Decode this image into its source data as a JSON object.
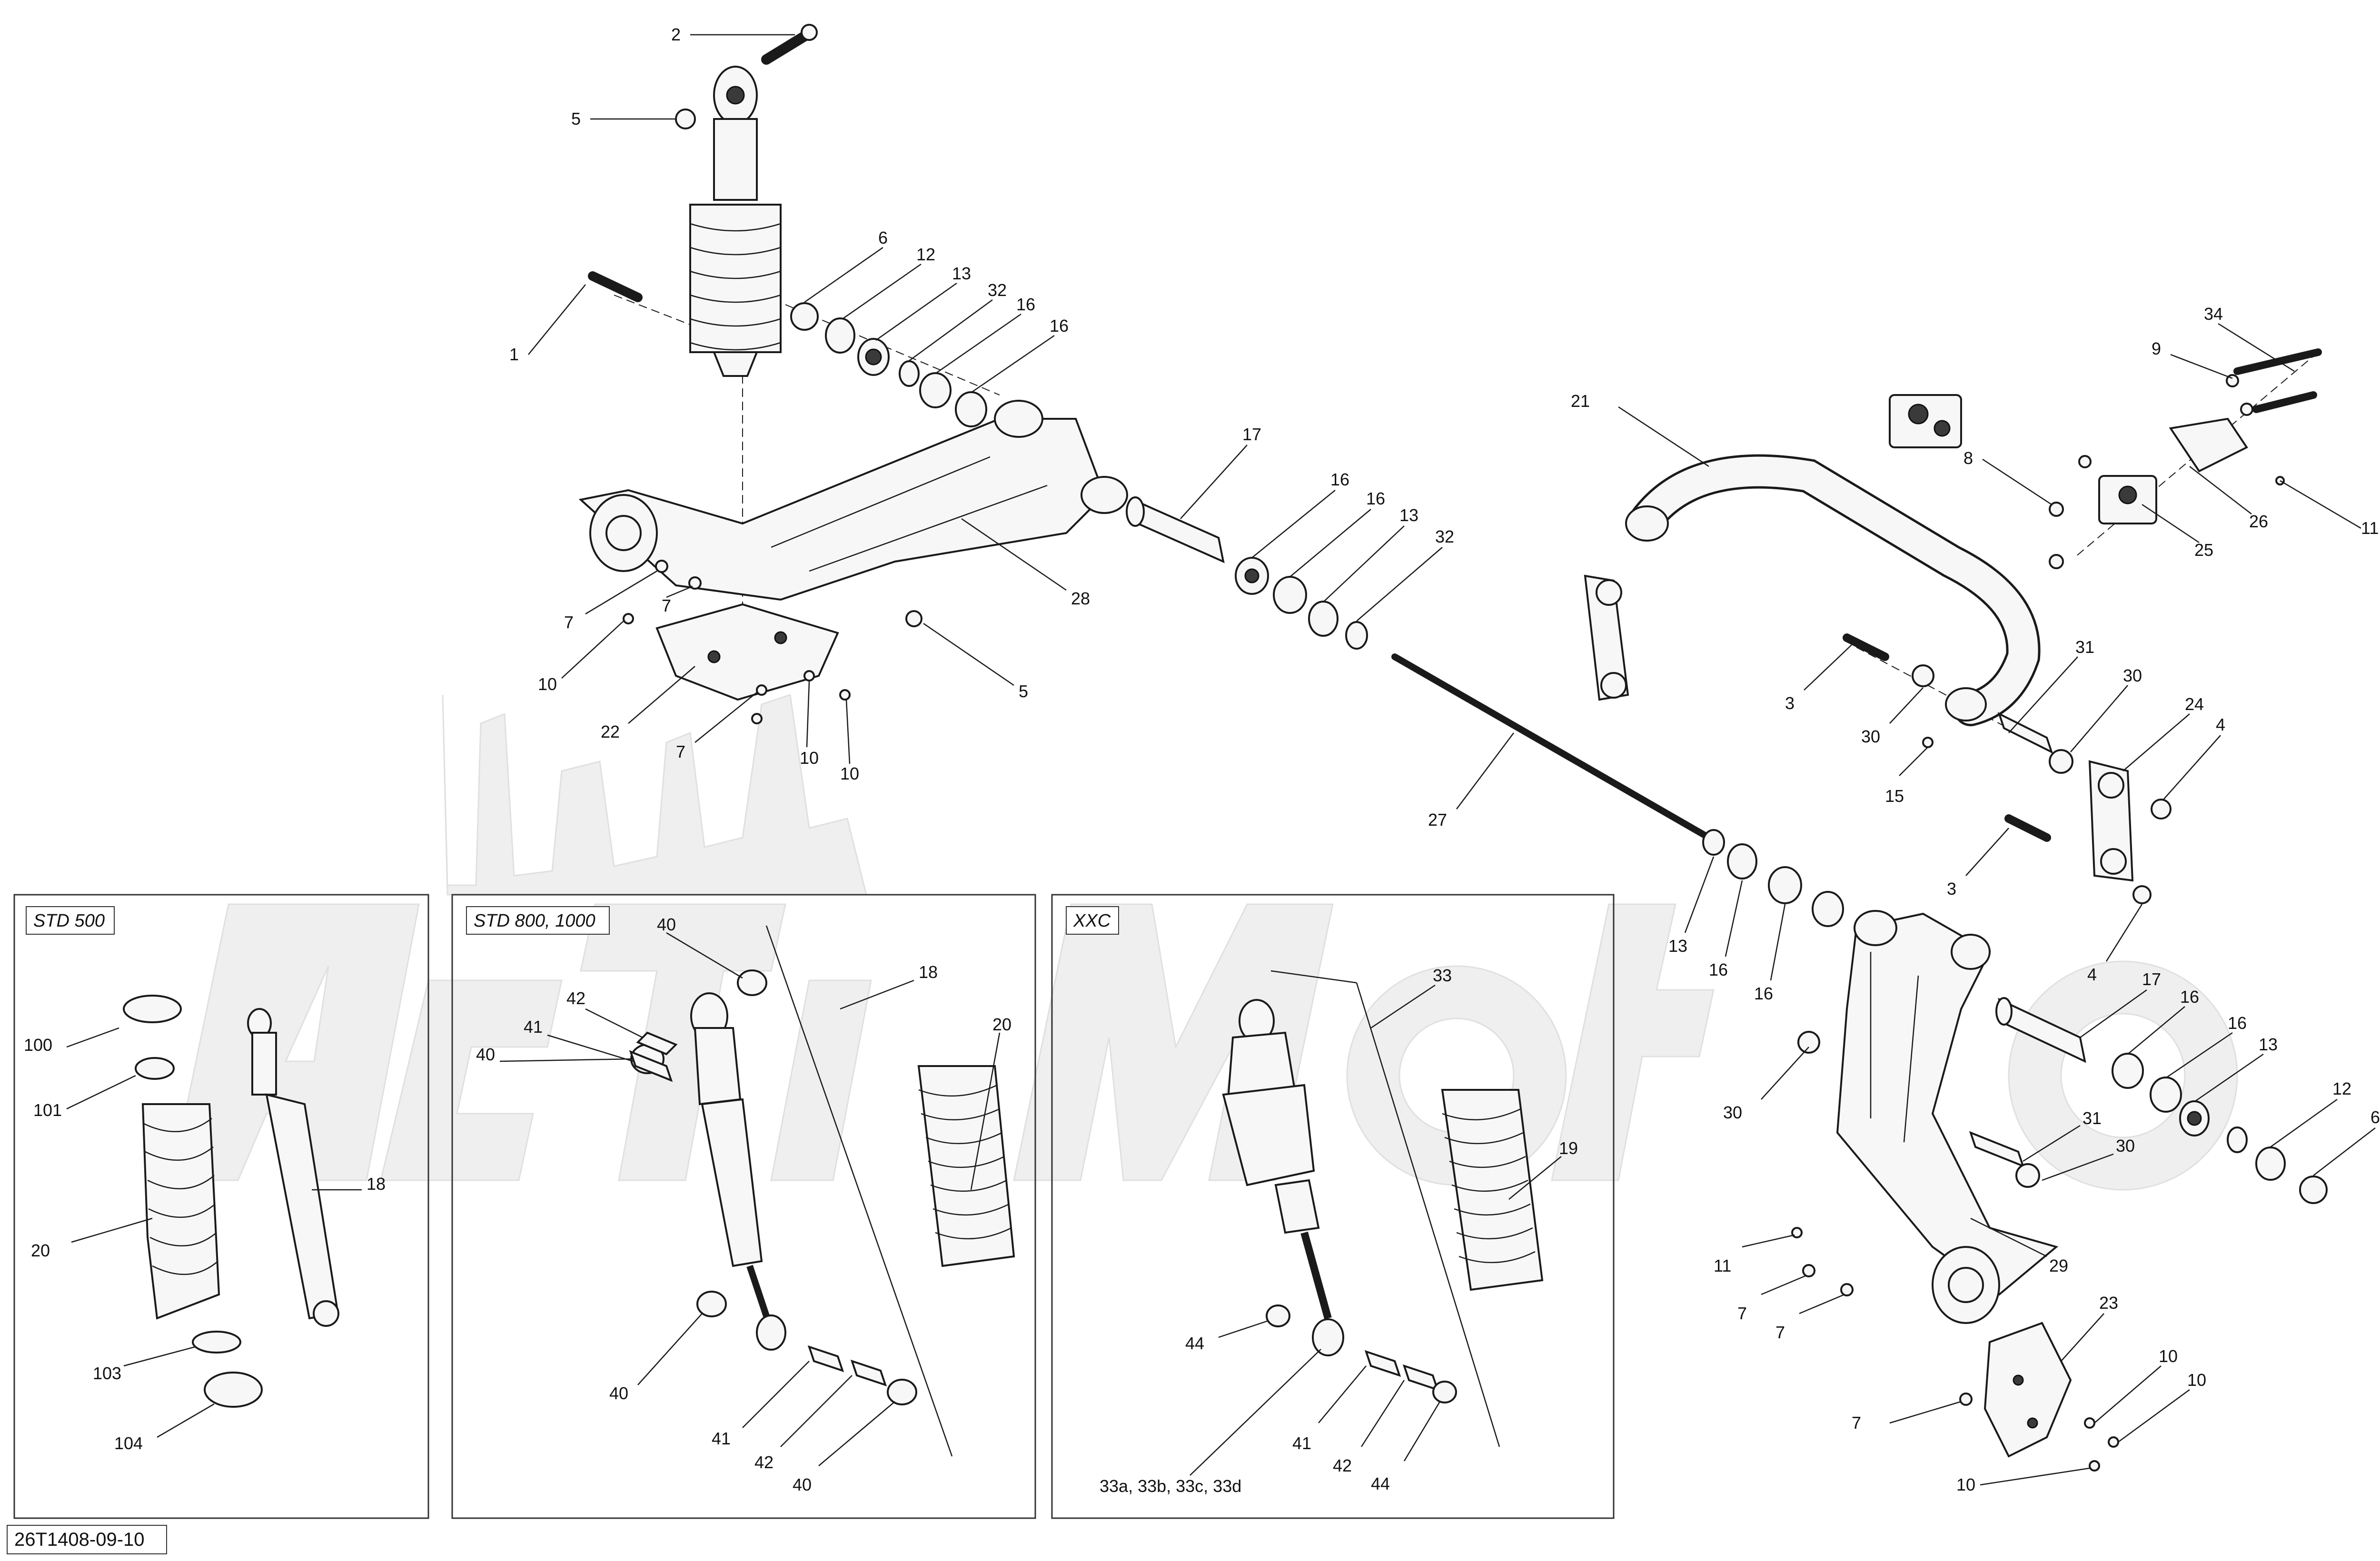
{
  "doc_id": "26T1408-09-10",
  "watermark": "AcTiMoto",
  "panels": [
    {
      "id": "std500",
      "title": "STD 500"
    },
    {
      "id": "std800",
      "title": "STD 800, 1000"
    },
    {
      "id": "xxc",
      "title": "XXC"
    }
  ],
  "callouts": {
    "c2": "2",
    "c5a": "5",
    "c1": "1",
    "c6a": "6",
    "c12a": "12",
    "c13a": "13",
    "c32a": "32",
    "c16a": "16",
    "c16b": "16",
    "c17a": "17",
    "c16c": "16",
    "c16d": "16",
    "c13b": "13",
    "c32b": "32",
    "c28": "28",
    "c5b": "5",
    "c7a": "7",
    "c7b": "7",
    "c10a": "10",
    "c22": "22",
    "c7c": "7",
    "c10b": "10",
    "c10c": "10",
    "c27": "27",
    "c21": "21",
    "c34": "34",
    "c9": "9",
    "c8": "8",
    "c11a": "11",
    "c25": "25",
    "c26": "26",
    "c3a": "3",
    "c30a": "30",
    "c31a": "31",
    "c30b": "30",
    "c24": "24",
    "c4a": "4",
    "c15": "15",
    "c3b": "3",
    "c4b": "4",
    "c13c": "13",
    "c16e": "16",
    "c16f": "16",
    "c17b": "17",
    "c16g": "16",
    "c16h": "16",
    "c13d": "13",
    "c12b": "12",
    "c6b": "6",
    "c30c": "30",
    "c31b": "31",
    "c30d": "30",
    "c11b": "11",
    "c7d": "7",
    "c7e": "7",
    "c29": "29",
    "c23": "23",
    "c10d": "10",
    "c10e": "10",
    "c7f": "7",
    "c10f": "10",
    "s100": "100",
    "s101": "101",
    "s18": "18",
    "s20": "20",
    "s103": "103",
    "s104": "104",
    "m40a": "40",
    "m18": "18",
    "m42a": "42",
    "m41a": "41",
    "m40b": "40",
    "m20": "20",
    "m40c": "40",
    "m41b": "41",
    "m42b": "42",
    "m40d": "40",
    "x33": "33",
    "x19": "19",
    "x44a": "44",
    "x41": "41",
    "x42": "42",
    "x44b": "44",
    "x33v": "33a, 33b, 33c, 33d"
  }
}
